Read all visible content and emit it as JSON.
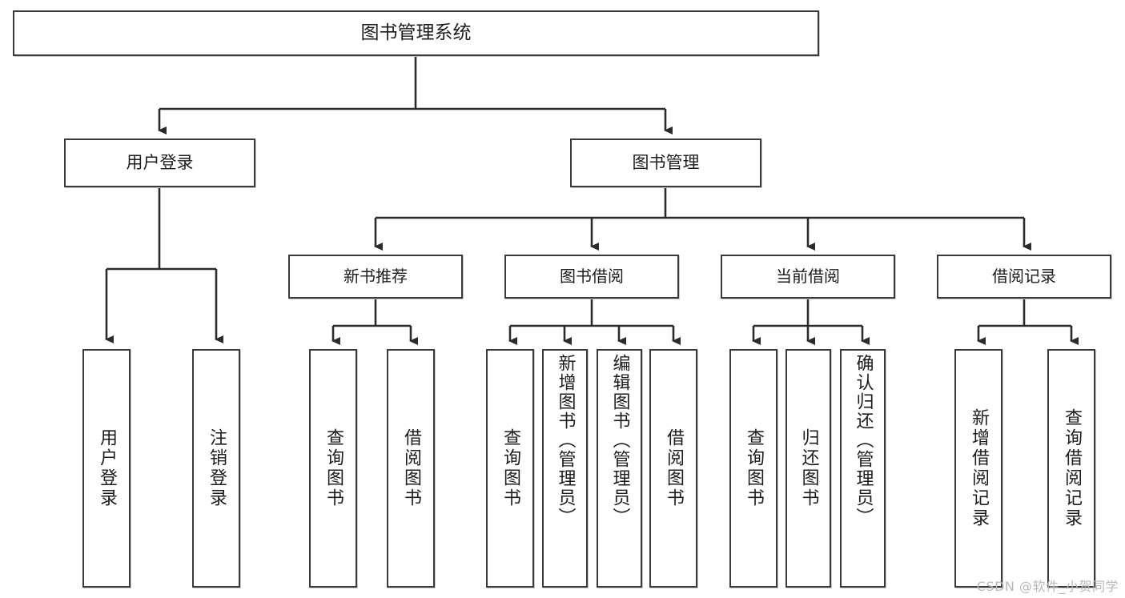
{
  "diagram": {
    "title": "图书管理系统",
    "type": "tree",
    "root": {
      "label": "图书管理系统"
    },
    "level2": [
      {
        "label": "用户登录"
      },
      {
        "label": "图书管理"
      }
    ],
    "level3": [
      {
        "label": "新书推荐"
      },
      {
        "label": "图书借阅"
      },
      {
        "label": "当前借阅"
      },
      {
        "label": "借阅记录"
      }
    ],
    "leaves": {
      "user_login": [
        {
          "label": "用户登录"
        },
        {
          "label": "注销登录"
        }
      ],
      "new_book_recommend": [
        {
          "label": "查询图书"
        },
        {
          "label": "借阅图书"
        }
      ],
      "book_borrow": [
        {
          "label": "查询图书"
        },
        {
          "label": "新增图书（管理员）"
        },
        {
          "label": "编辑图书（管理员）"
        },
        {
          "label": "借阅图书"
        }
      ],
      "current_borrow": [
        {
          "label": "查询图书"
        },
        {
          "label": "归还图书"
        },
        {
          "label": "确认归还（管理员）"
        }
      ],
      "borrow_record": [
        {
          "label": "新增借阅记录"
        },
        {
          "label": "查询借阅记录"
        }
      ]
    }
  },
  "watermark": {
    "text": "CSDN @软件_小贺同学"
  },
  "colors": {
    "background": "#ffffff",
    "box_fill": "#ffffff",
    "box_border": "#3a3a3a",
    "connector": "#2b2b2b",
    "text": "#1d1d1d",
    "watermark": "#b9b9b9"
  }
}
